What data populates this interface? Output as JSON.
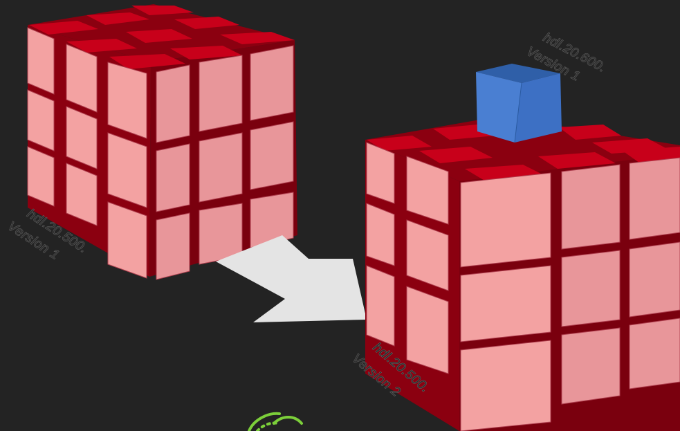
{
  "labels": {
    "cube_a": {
      "line1": "hdl.20.500.",
      "line2": "Version 1"
    },
    "cube_b": {
      "line1": "hdl.20.500.",
      "line2": "Version 2"
    },
    "new_block": {
      "line1": "hdl.20.600.",
      "line2": "Version 1"
    }
  },
  "colors": {
    "background": "#232323",
    "cube_front": "#f3a2a2",
    "cube_side": "#e18d8d",
    "cube_top": "#c8001a",
    "cube_gap": "#8b0010",
    "new_block_front": "#4a7fd2",
    "new_block_side": "#3a68b5",
    "new_block_top": "#2f5fa8",
    "arrow": "#e4e4e4",
    "logo": "#7ccf3a"
  },
  "icons": {
    "arrow": "arrow-right-down-icon",
    "logo": "leaf-logo-icon"
  }
}
